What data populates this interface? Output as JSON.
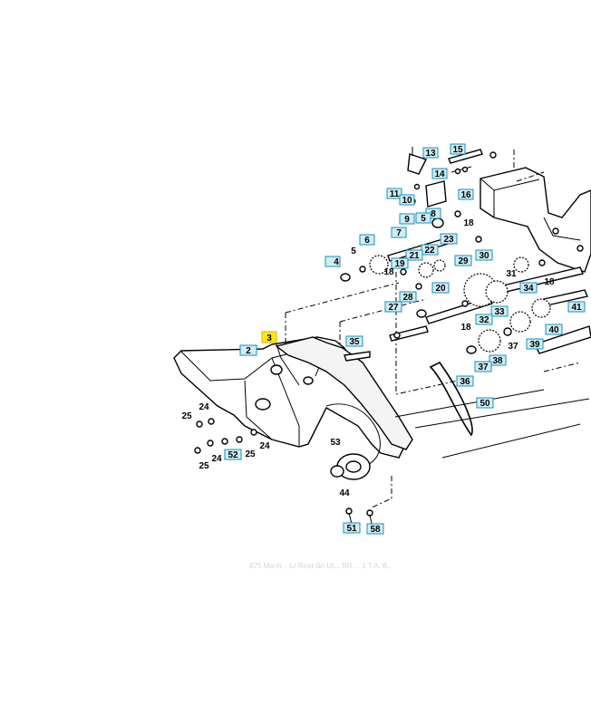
{
  "callouts": [
    {
      "key": "c13",
      "label": "13"
    },
    {
      "key": "c15",
      "label": "15"
    },
    {
      "key": "c14",
      "label": "14"
    },
    {
      "key": "c11",
      "label": "11"
    },
    {
      "key": "c10",
      "label": "10"
    },
    {
      "key": "c16",
      "label": "16"
    },
    {
      "key": "c8",
      "label": "8"
    },
    {
      "key": "c9",
      "label": "9"
    },
    {
      "key": "c5a",
      "label": "5"
    },
    {
      "key": "c7",
      "label": "7"
    },
    {
      "key": "c6",
      "label": "6"
    },
    {
      "key": "c23",
      "label": "23"
    },
    {
      "key": "c22",
      "label": "22"
    },
    {
      "key": "c21",
      "label": "21"
    },
    {
      "key": "c29",
      "label": "29"
    },
    {
      "key": "c30",
      "label": "30"
    },
    {
      "key": "c4",
      "label": "4"
    },
    {
      "key": "c19",
      "label": "19"
    },
    {
      "key": "c20",
      "label": "20"
    },
    {
      "key": "c34",
      "label": "34"
    },
    {
      "key": "c28",
      "label": "28"
    },
    {
      "key": "c33",
      "label": "33"
    },
    {
      "key": "c27",
      "label": "27"
    },
    {
      "key": "c32",
      "label": "32"
    },
    {
      "key": "c41",
      "label": "41"
    },
    {
      "key": "c40",
      "label": "40"
    },
    {
      "key": "c3",
      "label": "3"
    },
    {
      "key": "c35",
      "label": "35"
    },
    {
      "key": "c39",
      "label": "39"
    },
    {
      "key": "c2",
      "label": "2"
    },
    {
      "key": "c38",
      "label": "38"
    },
    {
      "key": "c37",
      "label": "37"
    },
    {
      "key": "c36",
      "label": "36"
    },
    {
      "key": "c50",
      "label": "50"
    },
    {
      "key": "c52",
      "label": "52"
    },
    {
      "key": "c51",
      "label": "51"
    },
    {
      "key": "c58",
      "label": "58"
    }
  ],
  "plain_labels": [
    {
      "key": "p5",
      "label": "5"
    },
    {
      "key": "p18a",
      "label": "18"
    },
    {
      "key": "p18b",
      "label": "18"
    },
    {
      "key": "p31",
      "label": "31"
    },
    {
      "key": "p18c",
      "label": "18"
    },
    {
      "key": "p18d",
      "label": "18"
    },
    {
      "key": "p37",
      "label": "37"
    },
    {
      "key": "p25a",
      "label": "25"
    },
    {
      "key": "p24a",
      "label": "24"
    },
    {
      "key": "p53",
      "label": "53"
    },
    {
      "key": "p24b",
      "label": "24"
    },
    {
      "key": "p25b",
      "label": "25"
    },
    {
      "key": "p24c",
      "label": "24"
    },
    {
      "key": "p25c",
      "label": "25"
    },
    {
      "key": "p44",
      "label": "44"
    }
  ],
  "highlight": "3",
  "colors": {
    "callout_fill": "#cfeef8",
    "callout_stroke": "#1a8fb8",
    "highlight_fill": "#ffea00"
  },
  "footer_faint": "875 Manh... Lr Rear Sn Ut... BR ... 1 T.A. B..."
}
